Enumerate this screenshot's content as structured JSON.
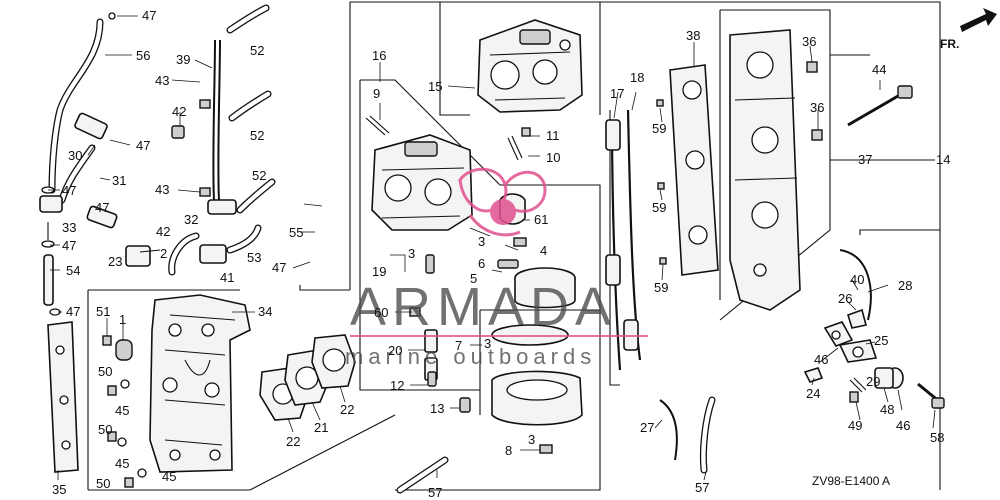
{
  "diagram_code": "ZV98-E1400 A",
  "front_indicator": "FR.",
  "watermark": {
    "brand": "ARMADA",
    "tagline": "marine outboards",
    "accent_color": "#e0508f"
  },
  "callouts": [
    "47",
    "56",
    "39",
    "52",
    "43",
    "42",
    "47",
    "30",
    "31",
    "52",
    "47",
    "33",
    "47",
    "43",
    "52",
    "47",
    "42",
    "32",
    "2",
    "23",
    "54",
    "41",
    "53",
    "47",
    "55",
    "16",
    "9",
    "15",
    "11",
    "10",
    "61",
    "4",
    "3",
    "6",
    "5",
    "19",
    "3",
    "60",
    "20",
    "12",
    "13",
    "7",
    "3",
    "8",
    "3",
    "17",
    "18",
    "38",
    "59",
    "59",
    "59",
    "36",
    "36",
    "44",
    "37",
    "14",
    "40",
    "28",
    "26",
    "25",
    "46",
    "24",
    "29",
    "48",
    "46",
    "58",
    "49",
    "27",
    "57",
    "57",
    "34",
    "51",
    "1",
    "50",
    "45",
    "50",
    "45",
    "50",
    "45",
    "35",
    "22",
    "21",
    "22",
    "47"
  ],
  "colors": {
    "ink": "#111111",
    "paper": "#ffffff",
    "watermark": "#4a4a4a"
  }
}
